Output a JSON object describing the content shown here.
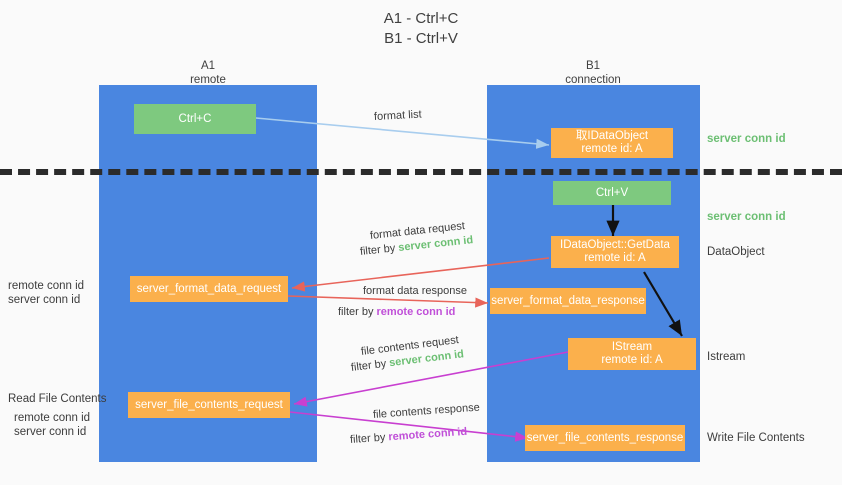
{
  "title": {
    "line1": "A1 - Ctrl+C",
    "line2": "B1 - Ctrl+V"
  },
  "colors": {
    "lane": "#4a86e0",
    "green_box": "#7ec97f",
    "orange_box": "#fbb04c",
    "green_text": "#6cbf73",
    "purple_text": "#c050d8",
    "red_arrow": "#e8645a",
    "magenta_arrow": "#c83fd0",
    "blue_arrow": "#a8cdee",
    "black_arrow": "#111111",
    "background": "#fafafa"
  },
  "columns": [
    {
      "name": "A1",
      "sub": "remote"
    },
    {
      "name": "B1",
      "sub": "connection"
    }
  ],
  "nodes": {
    "ctrl_c": "Ctrl+C",
    "ctrl_v": "Ctrl+V",
    "idataobject": {
      "line1": "取IDataObject",
      "line2": "remote id: A"
    },
    "getdata": {
      "line1": "IDataObject::GetData",
      "line2": "remote id: A"
    },
    "istream": {
      "line1": "IStream",
      "line2": "remote id: A"
    },
    "server_format_data_request": "server_format_data_request",
    "server_format_data_response": "server_format_data_response",
    "server_file_contents_request": "server_file_contents_request",
    "server_file_contents_response": "server_file_contents_response"
  },
  "right_annotations": [
    "server conn id",
    "server conn id",
    "DataObject",
    "Istream",
    "Write File Contents"
  ],
  "left_annotations": {
    "group1": {
      "remote": "remote conn id",
      "server": "server conn id"
    },
    "read_file_contents": "Read File Contents",
    "group2": {
      "remote": "remote conn id",
      "server": "server conn id"
    }
  },
  "arrow_labels": {
    "format_list": "format list",
    "format_data_request": "format data request",
    "format_data_request_filter_prefix": "filter by ",
    "format_data_request_filter_value": "server conn id",
    "format_data_response": "format data response",
    "format_data_response_filter_prefix": "filter by ",
    "format_data_response_filter_value": "remote conn id",
    "file_contents_request": "file contents request",
    "file_contents_request_filter_prefix": "filter by ",
    "file_contents_request_filter_value": "server conn id",
    "file_contents_response": "file contents response",
    "file_contents_response_filter_prefix": "filter by ",
    "file_contents_response_filter_value": "remote conn id"
  }
}
